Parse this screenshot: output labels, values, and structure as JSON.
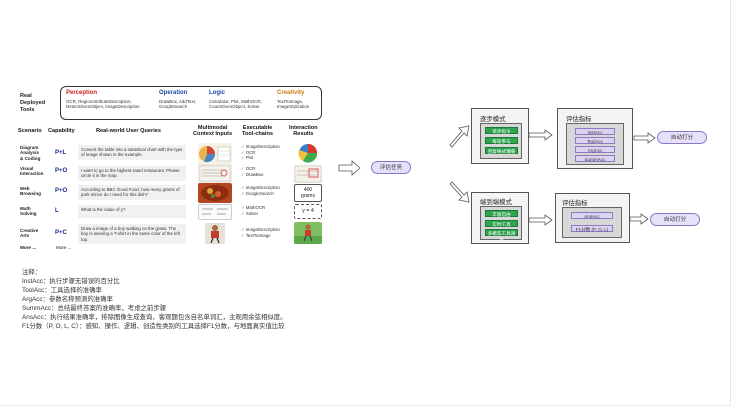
{
  "left_panel": {
    "tools_heading": "Real\nDeployed\nTools",
    "categories": [
      {
        "name": "Perception",
        "color": "#c8211c",
        "desc": "OCR, RegionAttributeDescription,\nDetectGivenObject, ImageDescription"
      },
      {
        "name": "Operation",
        "color": "#1f4aa8",
        "desc": "DrawBox, AddText,\nGoogleSearch"
      },
      {
        "name": "Logic",
        "color": "#1f4aa8",
        "desc": "Calculator, Plot, MathOCR,\nCountGivenObject, Solver"
      },
      {
        "name": "Creativity",
        "color": "#c77a12",
        "desc": "TextToImage,\nImageStylization"
      }
    ],
    "headers": {
      "scenario": "Scenario",
      "capability": "Capability",
      "queries": "Real-world User Queries",
      "inputs": "Multimodal\nContext Inputs",
      "toolchains": "Executable\nTool-chains",
      "results": "Interaction\nResults"
    },
    "rows": [
      {
        "scenario": "Diagram\nAnalysis\n& Coding",
        "capability": "P+L",
        "query": "Convert the table into a statistical chart with the type of image shown in the example.",
        "chain": [
          "ImageDescription",
          "OCR",
          "Plot"
        ]
      },
      {
        "scenario": "Visual\nInteraction",
        "capability": "P+O",
        "query": "I want to go to the highest-rated restaurant. Please circle it in the map.",
        "chain": [
          "OCR",
          "DrawBox"
        ]
      },
      {
        "scenario": "Web\nBrowsing",
        "capability": "P+O",
        "query": "According to BBC Good Food, how many grams of pork mince do I need for this dish?",
        "chain": [
          "ImageDescription",
          "GoogleSearch"
        ],
        "result_text": "400\ngrams"
      },
      {
        "scenario": "Math\nSolving",
        "capability": "L",
        "query": "What is the value of y?",
        "chain": [
          "MathOCR",
          "Solver"
        ],
        "result_text": "y = 4"
      },
      {
        "scenario": "Creative\nArts",
        "capability": "P+C",
        "query": "Draw a image of a boy walking on the grass. The boy is wearing a T-shirt in the same color of the left top.",
        "chain": [
          "ImageDescription",
          "TextToImage"
        ]
      },
      {
        "scenario": "More ...",
        "capability": "More ..."
      }
    ]
  },
  "middle": {
    "eval_task": "评估任务"
  },
  "step_mode": {
    "title": "逐步模式",
    "items": [
      "单步指令",
      "每轮参与",
      "回复格式遵循"
    ],
    "metrics_title": "评估指标",
    "metrics": [
      "InstAcc",
      "ToolAcc",
      "ArgAcc",
      "SummAcc"
    ],
    "auto_score": "自动打分"
  },
  "e2e_mode": {
    "title": "端到端模式",
    "items": [
      "丰富自由",
      "实时工具",
      "多模态工具调用"
    ],
    "metrics_title": "评估指标",
    "metrics": [
      "AnsAcc",
      "F1分数 (P, O, L)"
    ],
    "auto_score": "自动打分"
  },
  "notes": [
    "注释：",
    "InstAcc：执行步骤无错误的百分比",
    "ToolAcc：工具选择的准确率",
    "ArgAcc：参数名称预测的准确率",
    "SummAcc：总结最终答案的准确率，考虑之前步骤",
    "AnsAcc：执行结果准确率，排除图像生成查询，客观题包含自名单词汇，主观用余弦相似度。",
    "F1分数（P, O, L, C）：感知、操作、逻辑、创造性类别的工具选择F1分数，与地面真实值比较"
  ]
}
